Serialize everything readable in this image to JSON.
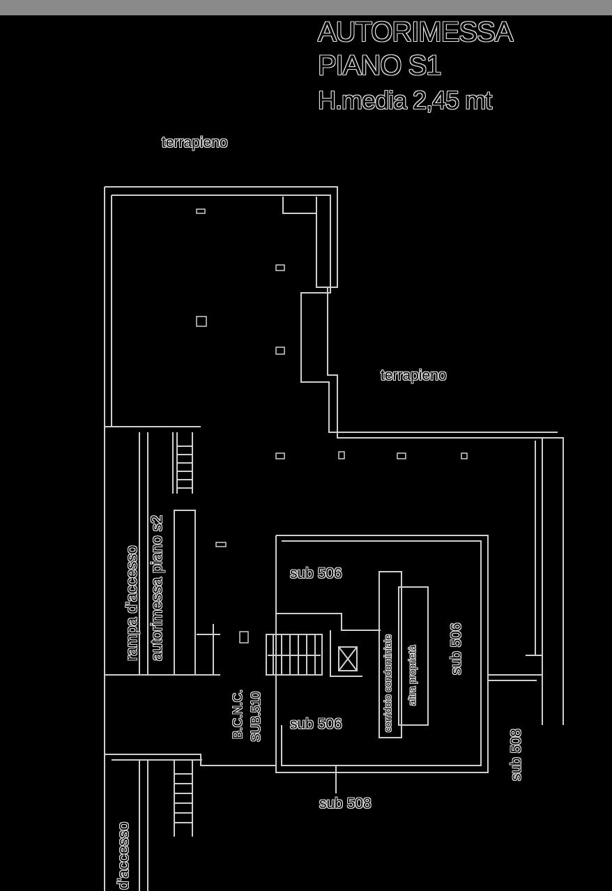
{
  "title": {
    "line1": "AUTORIMESSA",
    "line2": "PIANO S1",
    "line3": "H.media  2,45 mt"
  },
  "labels": {
    "terrapieno_top": "terrapieno",
    "terrapieno_right": "terrapieno",
    "sub506_upper": "sub 506",
    "sub506_lower": "sub 506",
    "sub506_vertical": "sub 506",
    "sub508_right": "sub 508",
    "sub508_bottom": "sub 508",
    "ramp_access": "rampa d'accesso",
    "ramp_target": "autorimessa piano s2",
    "bcnc": "B.C.N.C.",
    "sub510": "SUB.510",
    "corridor": "corridoio condominiale",
    "other_property": "altra proprietà",
    "access_bottom": "d'accesso"
  },
  "colors": {
    "background": "#000000",
    "line": "#cfcfcf",
    "text_halo": "#e6e6e6",
    "header_bar": "#8a8a8a"
  }
}
